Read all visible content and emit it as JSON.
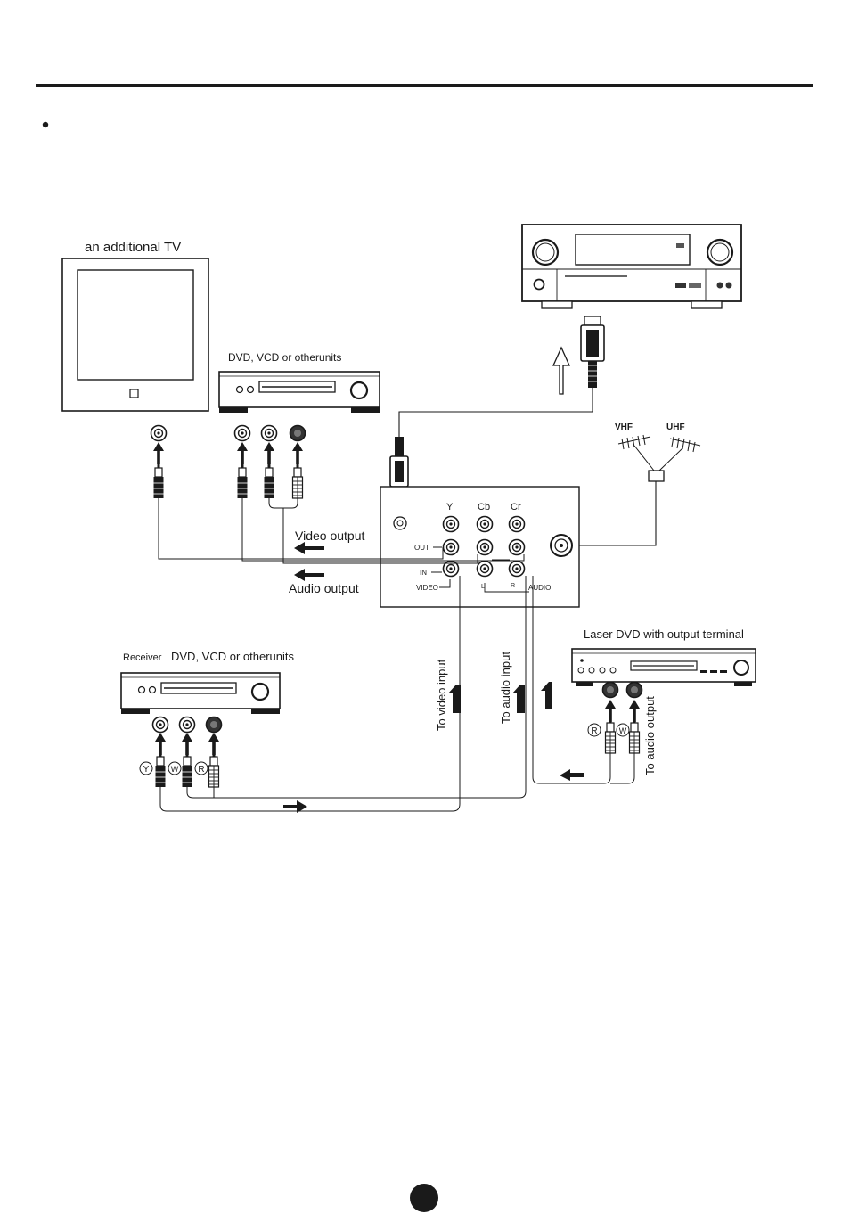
{
  "tv": {
    "label": "an additional TV"
  },
  "dvd_top": {
    "label": "DVD, VCD or otherunits"
  },
  "antenna": {
    "vhf": "VHF",
    "uhf": "UHF"
  },
  "panel": {
    "y": "Y",
    "cb": "Cb",
    "cr": "Cr",
    "out": "OUT",
    "in": "IN",
    "video": "VIDEO",
    "l": "L",
    "r": "R",
    "audio": "AUDIO"
  },
  "labels": {
    "video_output": "Video output",
    "audio_output": "Audio output",
    "to_video_input": "To video input",
    "to_audio_input": "To audio input",
    "to_audio_output": "To audio output"
  },
  "receiver": {
    "prefix": "Receiver",
    "label": "DVD, VCD or otherunits"
  },
  "laser_dvd": {
    "label": "Laser DVD with output terminal"
  },
  "plug_marks": {
    "y": "Y",
    "w": "W",
    "r": "R"
  }
}
